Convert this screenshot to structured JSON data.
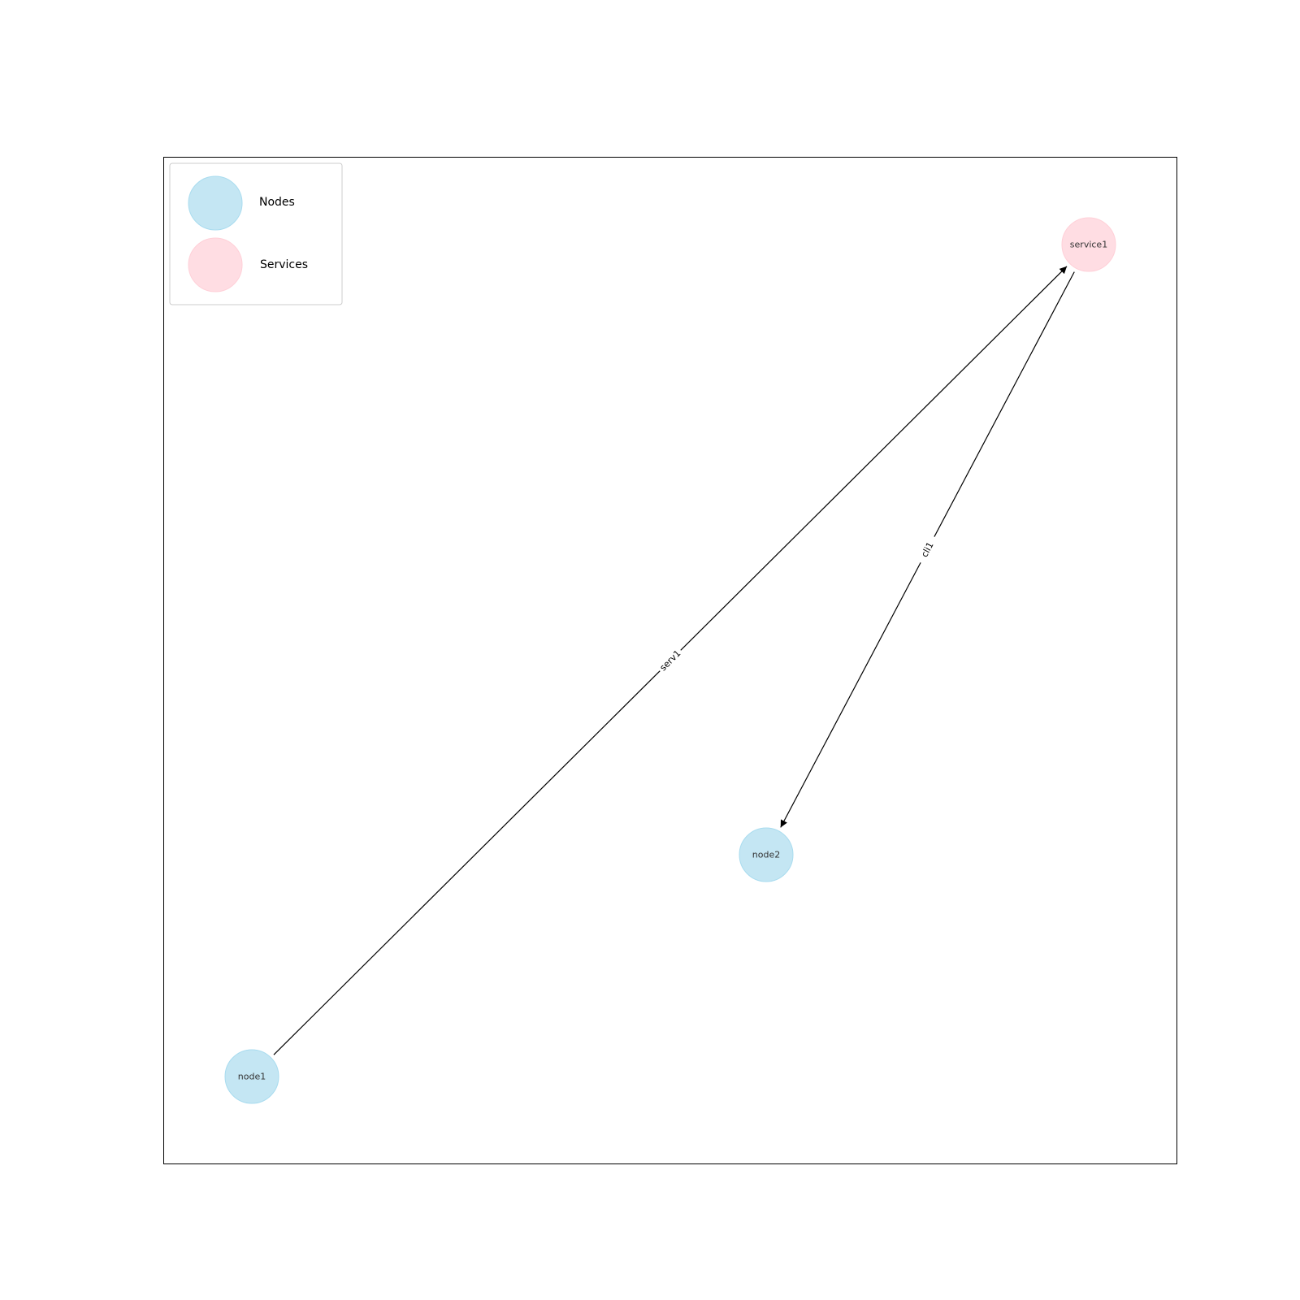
{
  "legend": {
    "items": [
      {
        "label": "Nodes",
        "kind": "node"
      },
      {
        "label": "Services",
        "kind": "service"
      }
    ]
  },
  "colors": {
    "node_fill": "#c4e6f3",
    "node_stroke": "#a9dcef",
    "service_fill": "#ffdde3",
    "service_stroke": "#ffd0d8",
    "edge": "#000000",
    "frame": "#000000",
    "legend_border": "#cccccc"
  },
  "graph": {
    "nodes": [
      {
        "id": "node1",
        "label": "node1",
        "kind": "node"
      },
      {
        "id": "node2",
        "label": "node2",
        "kind": "node"
      },
      {
        "id": "service1",
        "label": "service1",
        "kind": "service"
      }
    ],
    "edges": [
      {
        "source": "node1",
        "target": "service1",
        "label": "serv1"
      },
      {
        "source": "service1",
        "target": "node2",
        "label": "cli1"
      }
    ]
  }
}
